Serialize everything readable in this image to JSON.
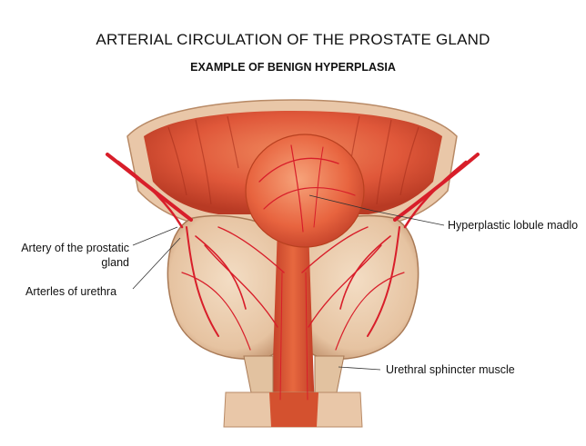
{
  "title": "ARTERIAL CIRCULATION OF THE PROSTATE GLAND",
  "subtitle": "EXAMPLE OF BENIGN HYPERPLASIA",
  "labels": {
    "hyperplastic": "Hyperplastic lobule madlo",
    "artery_line1": "Artery of the prostatic",
    "artery_line2": "gland",
    "urethra_arteries": "Arterles of urethra",
    "sphincter": "Urethral sphincter muscle"
  },
  "colors": {
    "tissue": "#d9482e",
    "tissue_dark": "#b8301f",
    "tissue_light": "#ec7a55",
    "capsule": "#e9c7a8",
    "vessel": "#d81e2a",
    "leader": "#333333"
  }
}
